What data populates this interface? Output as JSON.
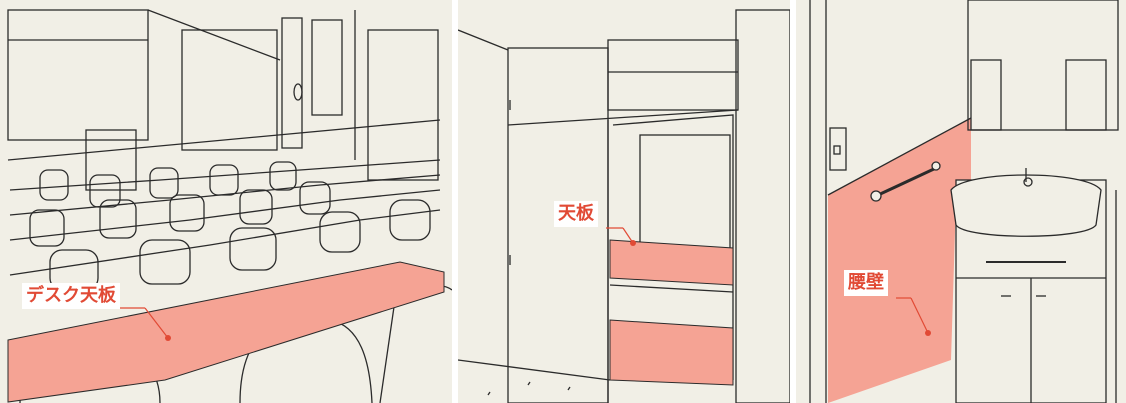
{
  "labels": {
    "desk_top": "デスク天板",
    "top_board": "天板",
    "wainscot": "腰壁"
  },
  "colors": {
    "highlight": "#f5a394",
    "label_text": "#e14a35",
    "line": "#2b2b2b",
    "background": "#f1efe6"
  }
}
